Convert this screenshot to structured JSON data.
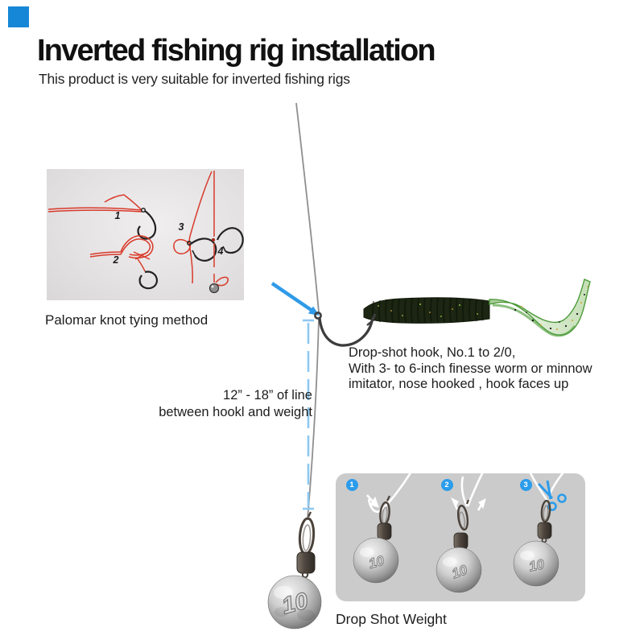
{
  "header": {
    "title": "Inverted fishing rig installation",
    "subtitle": "This product is very suitable for inverted fishing rigs"
  },
  "knot_diagram": {
    "caption": "Palomar knot tying method",
    "step_labels": [
      "1",
      "2",
      "3",
      "4"
    ]
  },
  "hook_note": {
    "lines": [
      "Drop-shot hook, No.1 to 2/0,",
      "With 3- to 6-inch finesse worm or minnow",
      "imitator, nose hooked , hook faces up"
    ]
  },
  "measure_note": {
    "lines": [
      "12” - 18” of line",
      "between hookl and weight"
    ]
  },
  "weight": {
    "value": "10"
  },
  "steps_panel": {
    "caption": "Drop Shot Weight",
    "step_labels": [
      "1",
      "2",
      "3"
    ]
  },
  "icons": {
    "pointer_arrow": "blue-arrow-icon",
    "scissors": "blue-scissors-icon",
    "motion_arrows": "white-arrow-icon"
  },
  "colors": {
    "brand_blue": "#1687d7",
    "accent_blue": "#2b9ceb",
    "arrow_blue": "#2f9ae8",
    "dash_blue": "#8ec9f2",
    "line_gray": "#8f8f8f",
    "panel_gray": "#cbcbcb",
    "knotbox_gray": "#e4e2e3",
    "knot_red": "#d93a2b",
    "worm_body_green": "#1c2612",
    "worm_tail_green": "#d9ead2"
  }
}
